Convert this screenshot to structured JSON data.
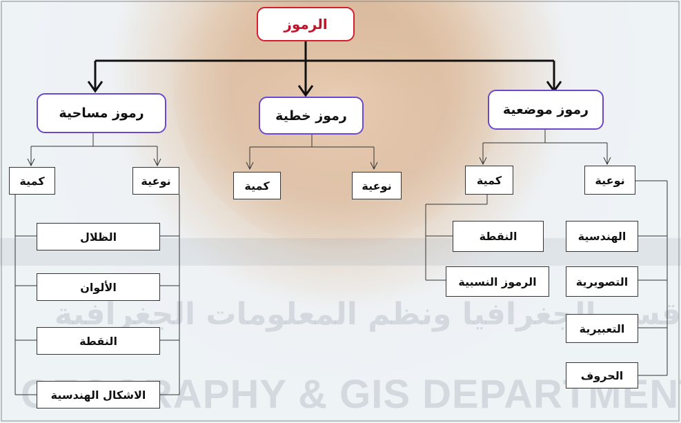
{
  "root": "الرموز",
  "categories": {
    "areal": "رموز مساحية",
    "linear": "رموز خطية",
    "point": "رموز موضعية"
  },
  "areal": {
    "quantitative": "كمية",
    "qualitative": "نوعية",
    "items": [
      "الظلال",
      "الألوان",
      "النقطة",
      "الاشكال الهندسية"
    ]
  },
  "linear": {
    "quantitative": "كمية",
    "qualitative": "نوعية"
  },
  "point": {
    "quantitative": "كمية",
    "qualitative": "نوعية",
    "quantitative_items": [
      "النقطة",
      "الرموز النسبية"
    ],
    "qualitative_items": [
      "الهندسية",
      "التصويرية",
      "التعبيرية",
      "الحروف"
    ]
  },
  "watermark": {
    "arabic": "قسم الجغرافيا ونظم المعلومات الجغرافية",
    "english": "GEOGRAPHY & GIS DEPARTMENT"
  },
  "colors": {
    "root_border": "#d21f2b",
    "category_border": "#6b47c9"
  }
}
